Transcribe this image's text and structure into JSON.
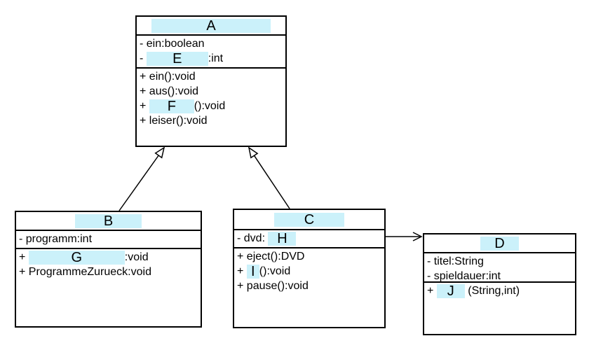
{
  "diagram": {
    "type": "uml-class-diagram",
    "highlight_color": "#cbf1fa",
    "classes": {
      "a": {
        "title": "A",
        "attributes": [
          {
            "pre": "- ein:boolean",
            "hl": "",
            "post": ""
          },
          {
            "pre": "- ",
            "hl": "E",
            "post": ":int"
          }
        ],
        "methods": [
          {
            "pre": "+ ein():void",
            "hl": "",
            "post": ""
          },
          {
            "pre": "+ aus():void",
            "hl": "",
            "post": ""
          },
          {
            "pre": "+ ",
            "hl": "F",
            "post": "():void"
          },
          {
            "pre": "+ leiser():void",
            "hl": "",
            "post": ""
          }
        ]
      },
      "b": {
        "title": "B",
        "attributes": [
          {
            "pre": "- programm:int",
            "hl": "",
            "post": ""
          }
        ],
        "methods": [
          {
            "pre": "+ ",
            "hl": "G",
            "post": ":void"
          },
          {
            "pre": "+ ProgrammeZurueck:void",
            "hl": "",
            "post": ""
          }
        ]
      },
      "c": {
        "title": "C",
        "attributes": [
          {
            "pre": "- dvd: ",
            "hl": "H",
            "post": ""
          }
        ],
        "methods": [
          {
            "pre": "+ eject():DVD",
            "hl": "",
            "post": ""
          },
          {
            "pre": "+ ",
            "hl": "I",
            "post": "():void"
          },
          {
            "pre": "+ pause():void",
            "hl": "",
            "post": ""
          }
        ]
      },
      "d": {
        "title": "D",
        "attributes": [
          {
            "pre": "- titel:String",
            "hl": "",
            "post": ""
          },
          {
            "pre": "- spieldauer:int",
            "hl": "",
            "post": ""
          }
        ],
        "methods": [
          {
            "pre": "+ ",
            "hl": "J",
            "post": " (String,int)"
          }
        ]
      }
    },
    "relations": [
      {
        "from": "B",
        "to": "A",
        "type": "generalization"
      },
      {
        "from": "C",
        "to": "A",
        "type": "generalization"
      },
      {
        "from": "C",
        "to": "D",
        "type": "association"
      }
    ]
  }
}
